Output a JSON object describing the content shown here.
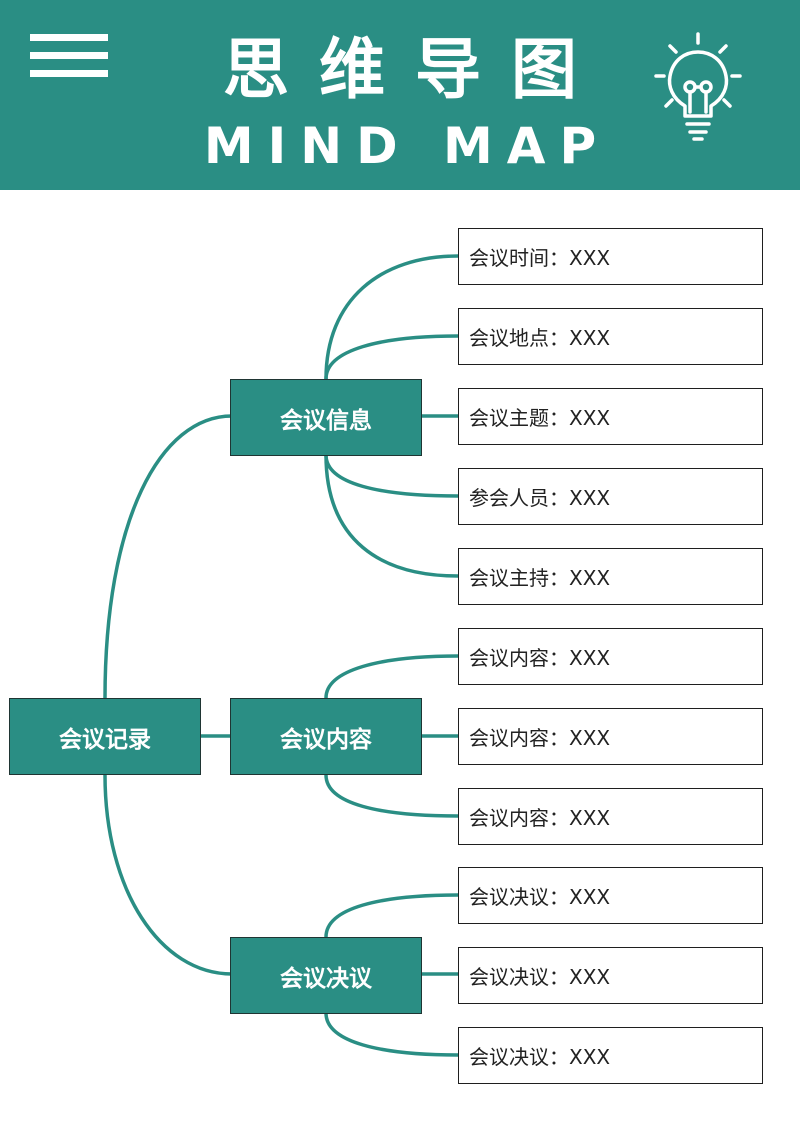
{
  "header": {
    "title_cn": "思维导图",
    "title_en": "MIND MAP",
    "color": "#2a8e84",
    "icons": [
      "menu-icon",
      "lightbulb-icon"
    ]
  },
  "diagram": {
    "root": "会议记录",
    "branches": [
      {
        "label": "会议信息",
        "leaves": [
          "会议时间：XXX",
          "会议地点：XXX",
          "会议主题：XXX",
          "参会人员：XXX",
          "会议主持：XXX"
        ]
      },
      {
        "label": "会议内容",
        "leaves": [
          "会议内容：XXX",
          "会议内容：XXX",
          "会议内容：XXX"
        ]
      },
      {
        "label": "会议决议",
        "leaves": [
          "会议决议：XXX",
          "会议决议：XXX",
          "会议决议：XXX"
        ]
      }
    ],
    "line_color": "#2a8e84",
    "node_color": "#2a8e84"
  }
}
